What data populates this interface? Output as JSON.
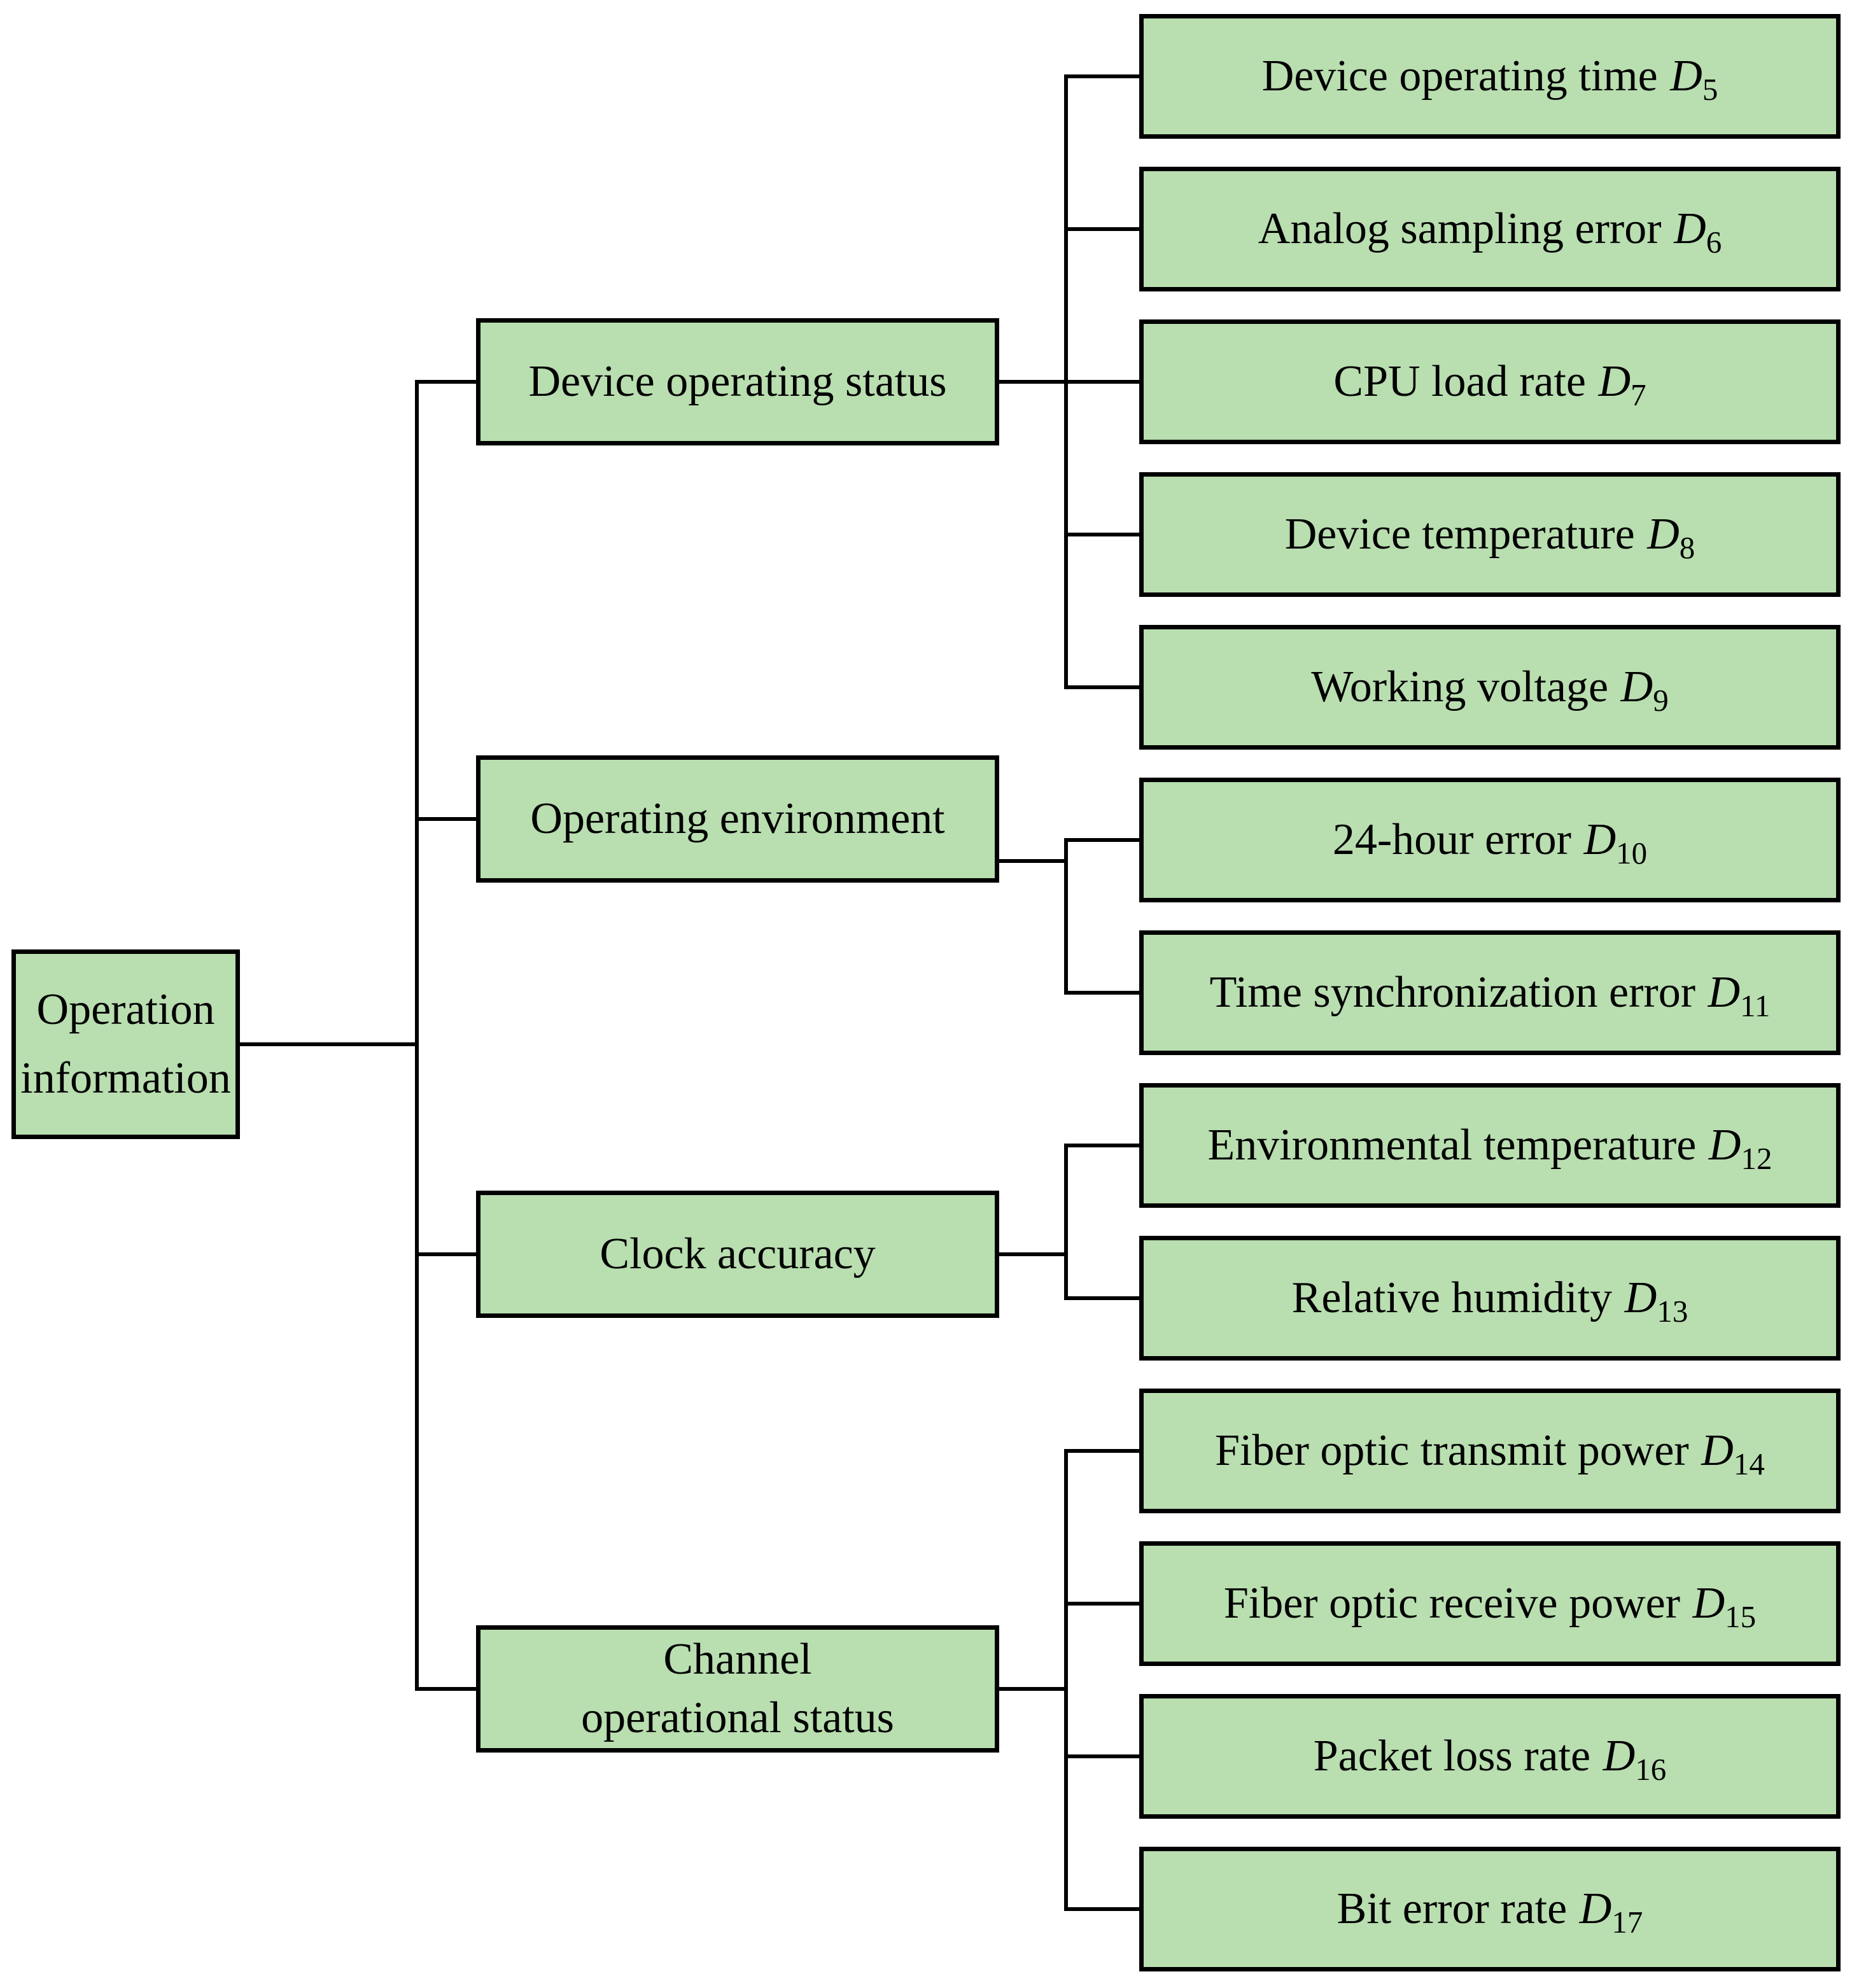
{
  "diagram": {
    "type": "tree",
    "orientation": "left-to-right",
    "colors": {
      "node_fill": "#b9deb0",
      "node_border": "#000000",
      "connector": "#000000",
      "background": "#ffffff",
      "text": "#000000"
    },
    "root": {
      "lines": [
        "Operation",
        "information"
      ]
    },
    "branches": [
      {
        "lines": [
          "Device operating status"
        ],
        "leaves": [
          {
            "label": "Device operating time",
            "var": "D",
            "sub": "5"
          },
          {
            "label": "Analog sampling error",
            "var": "D",
            "sub": "6"
          },
          {
            "label": "CPU load rate",
            "var": "D",
            "sub": "7"
          },
          {
            "label": "Device temperature",
            "var": "D",
            "sub": "8"
          },
          {
            "label": "Working voltage",
            "var": "D",
            "sub": "9"
          }
        ]
      },
      {
        "lines": [
          "Operating environment"
        ],
        "leaves": [
          {
            "label": "24-hour error",
            "var": "D",
            "sub": "10"
          },
          {
            "label": "Time synchronization error",
            "var": "D",
            "sub": "11"
          }
        ]
      },
      {
        "lines": [
          "Clock accuracy"
        ],
        "leaves": [
          {
            "label": "Environmental temperature",
            "var": "D",
            "sub": "12"
          },
          {
            "label": "Relative humidity",
            "var": "D",
            "sub": "13"
          }
        ]
      },
      {
        "lines": [
          "Channel",
          "operational status"
        ],
        "leaves": [
          {
            "label": "Fiber optic transmit power",
            "var": "D",
            "sub": "14"
          },
          {
            "label": "Fiber optic receive power",
            "var": "D",
            "sub": "15"
          },
          {
            "label": "Packet loss rate",
            "var": "D",
            "sub": "16"
          },
          {
            "label": "Bit error rate",
            "var": "D",
            "sub": "17"
          }
        ]
      }
    ]
  }
}
